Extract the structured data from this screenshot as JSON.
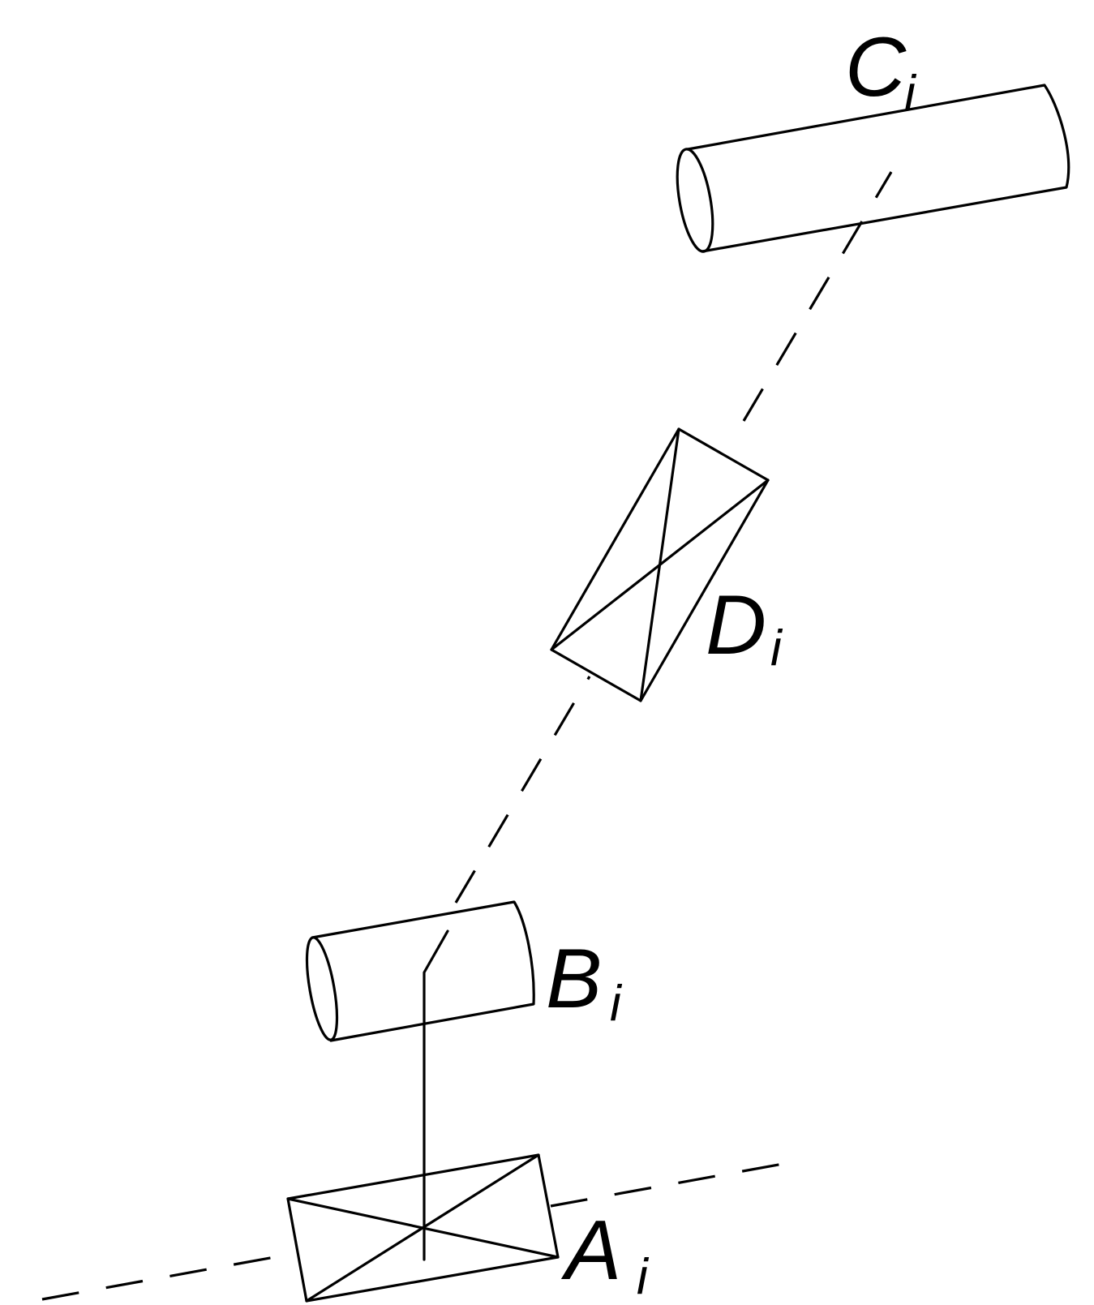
{
  "figure": {
    "labels": {
      "a": {
        "letter": "A",
        "subscript": "i"
      },
      "b": {
        "letter": "B",
        "subscript": "i"
      },
      "c": {
        "letter": "C",
        "subscript": "i"
      },
      "d": {
        "letter": "D",
        "subscript": "i"
      }
    },
    "line_color": "#000000",
    "background": "#ffffff"
  }
}
